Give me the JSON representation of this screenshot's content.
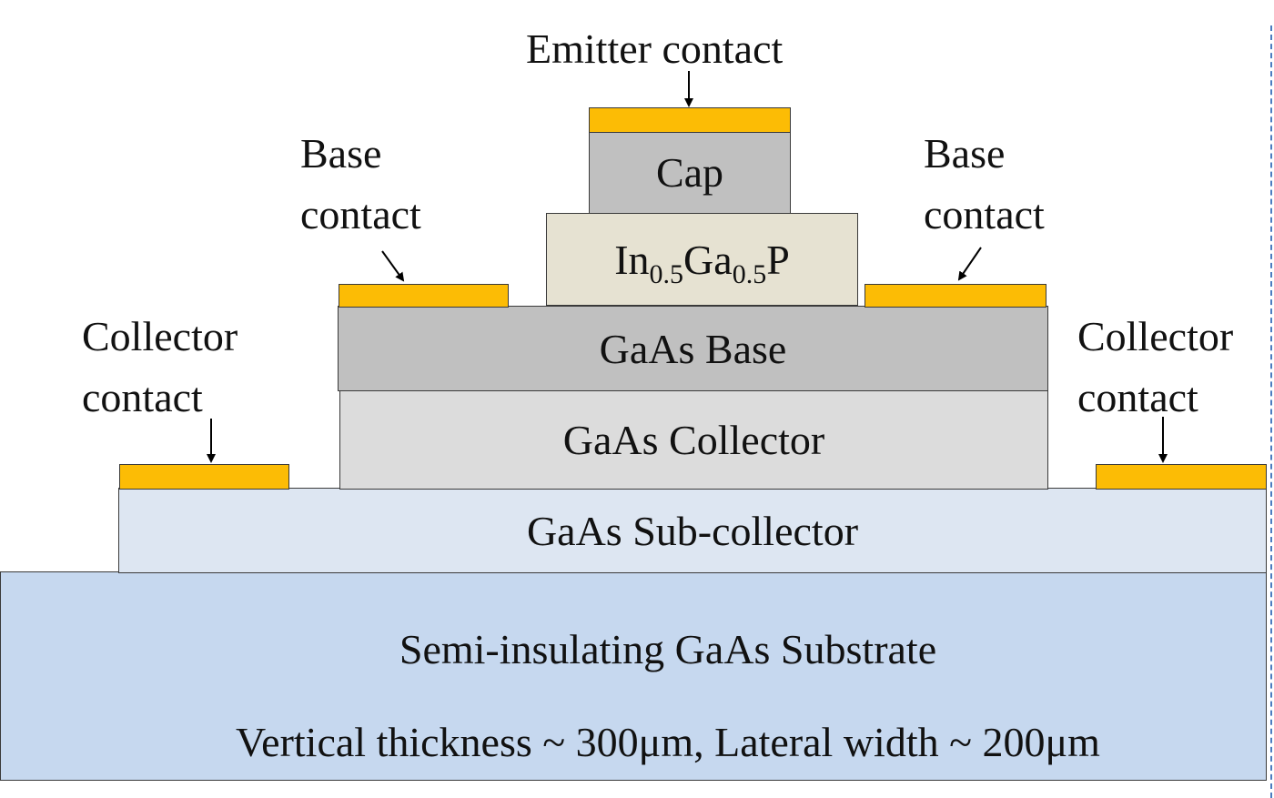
{
  "colors": {
    "contact": "#fcbc05",
    "cap": "#c0c0c0",
    "ingap": "#e6e2d2",
    "base": "#c0c0c0",
    "collector": "#dcdcdc",
    "subcollector": "#dde6f2",
    "substrate": "#c6d8ef",
    "divider": "#4b7cc0"
  },
  "labels": {
    "emitter_contact": "Emitter contact",
    "base_contact_left_line1": "Base",
    "base_contact_left_line2": "contact",
    "base_contact_right_line1": "Base",
    "base_contact_right_line2": "contact",
    "collector_contact_left_line1": "Collector",
    "collector_contact_left_line2": "contact",
    "collector_contact_right_line1": "Collector",
    "collector_contact_right_line2": "contact"
  },
  "layers": {
    "cap": "Cap",
    "ingap": {
      "a": "In",
      "a_sub": "0.5",
      "b": "Ga",
      "b_sub": "0.5",
      "c": "P"
    },
    "base": "GaAs Base",
    "collector": "GaAs Collector",
    "subcollector": "GaAs Sub-collector",
    "substrate": "Semi-insulating GaAs Substrate",
    "substrate_note": "Vertical thickness ~ 300μm, Lateral width ~ 200μm"
  }
}
